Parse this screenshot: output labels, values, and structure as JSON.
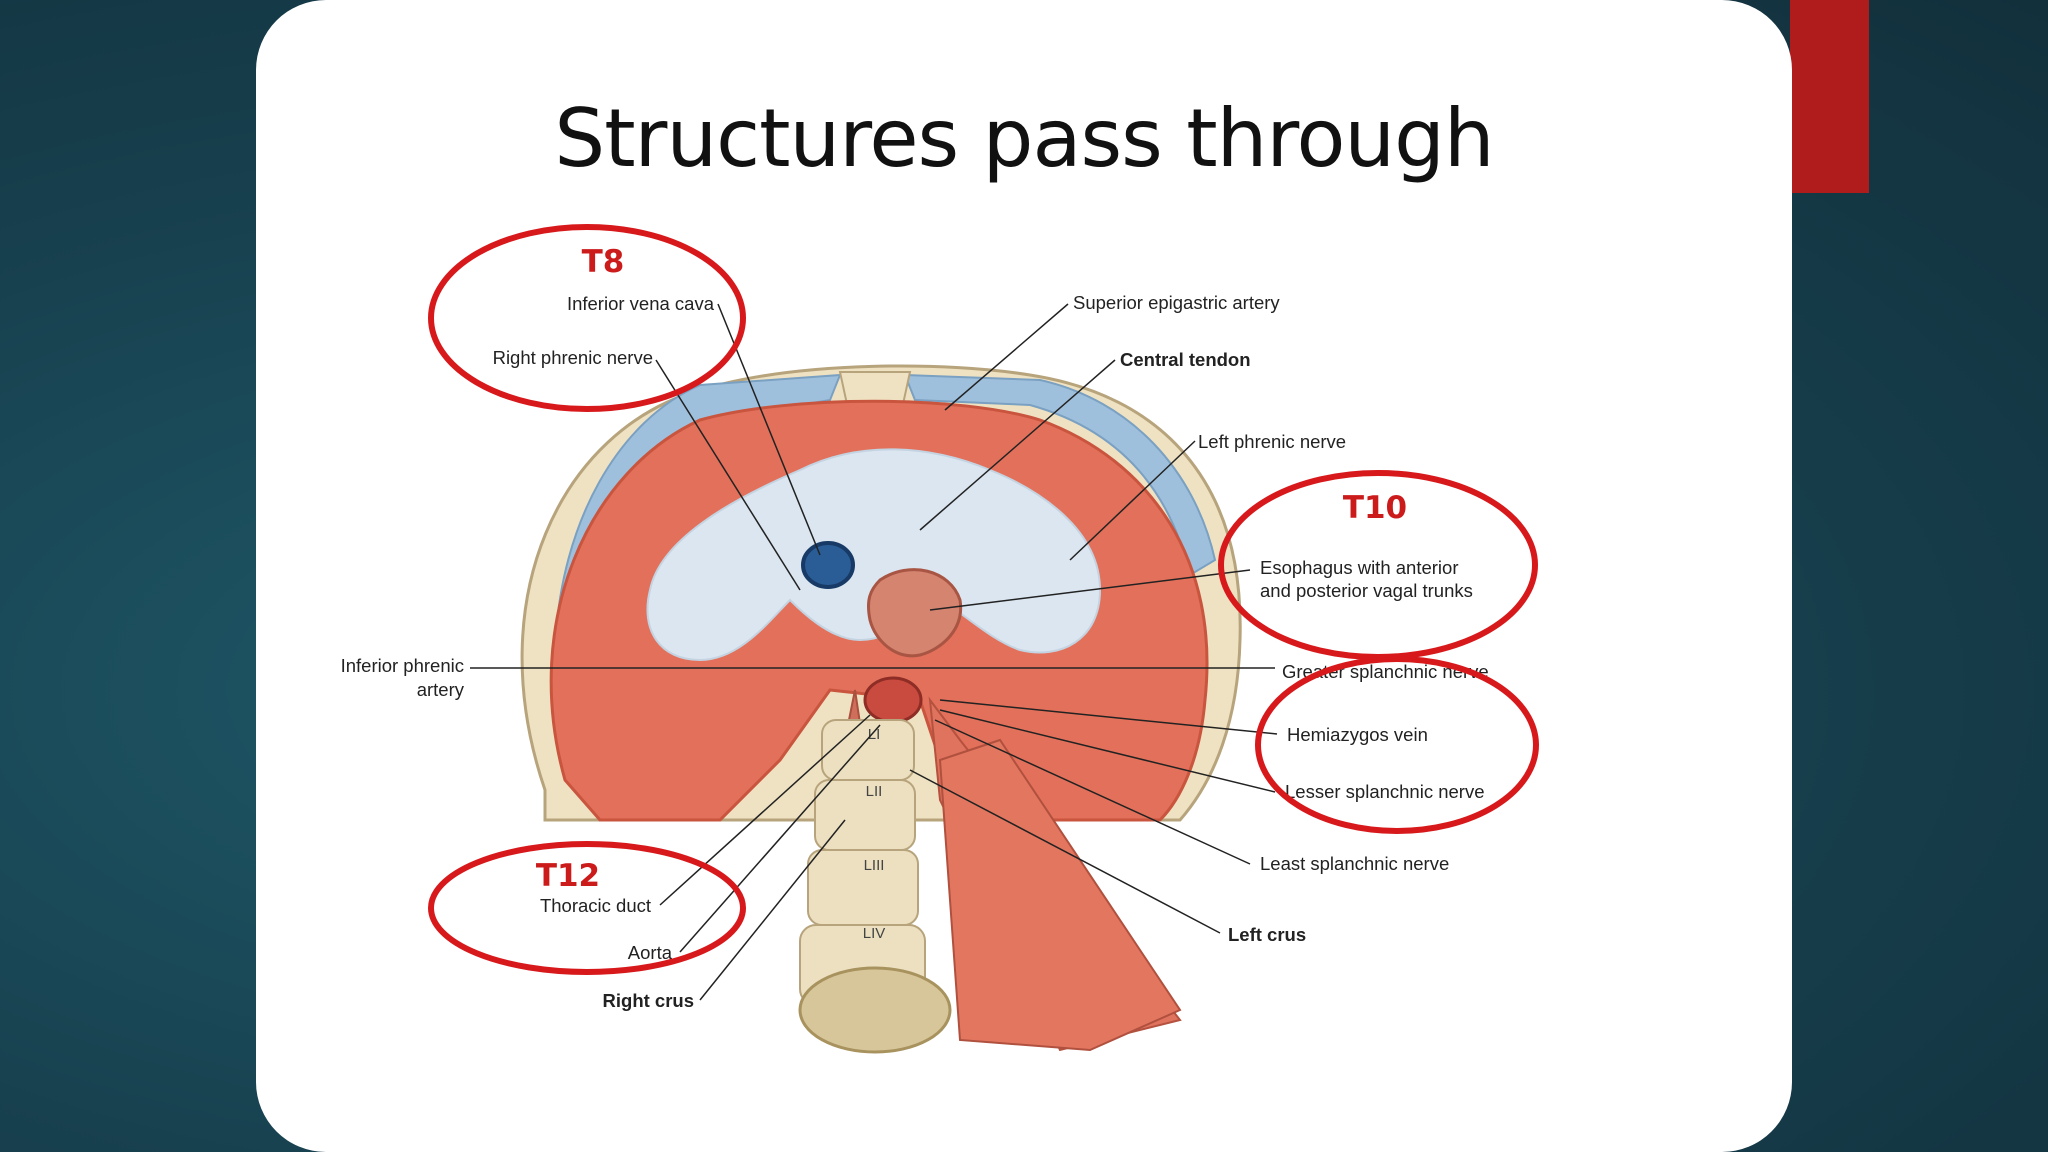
{
  "slide": {
    "title": "Structures pass through"
  },
  "levels": {
    "t8": "T8",
    "t10": "T10",
    "t12": "T12"
  },
  "labels": {
    "inferior_vena_cava": "Inferior vena cava",
    "right_phrenic_nerve": "Right phrenic nerve",
    "superior_epigastric_artery": "Superior epigastric artery",
    "central_tendon": "Central tendon",
    "left_phrenic_nerve": "Left phrenic nerve",
    "esophagus_line1": "Esophagus with anterior",
    "esophagus_line2": "and posterior vagal trunks",
    "inferior_phrenic_line1": "Inferior phrenic",
    "inferior_phrenic_line2": "artery",
    "greater_splanchnic": "Greater splanchnic nerve",
    "hemiazygos_vein": "Hemiazygos vein",
    "lesser_splanchnic": "Lesser splanchnic nerve",
    "least_splanchnic": "Least splanchnic nerve",
    "thoracic_duct": "Thoracic duct",
    "aorta": "Aorta",
    "right_crus": "Right crus",
    "left_crus": "Left crus"
  },
  "vertebrae": [
    "LI",
    "LII",
    "LIII",
    "LIV"
  ],
  "colors": {
    "background": "#173f4d",
    "highlight_ellipse": "#d7191c",
    "level_text": "#cc1b1b",
    "muscle": "#e2705a",
    "tendon": "#dbe6f0"
  }
}
